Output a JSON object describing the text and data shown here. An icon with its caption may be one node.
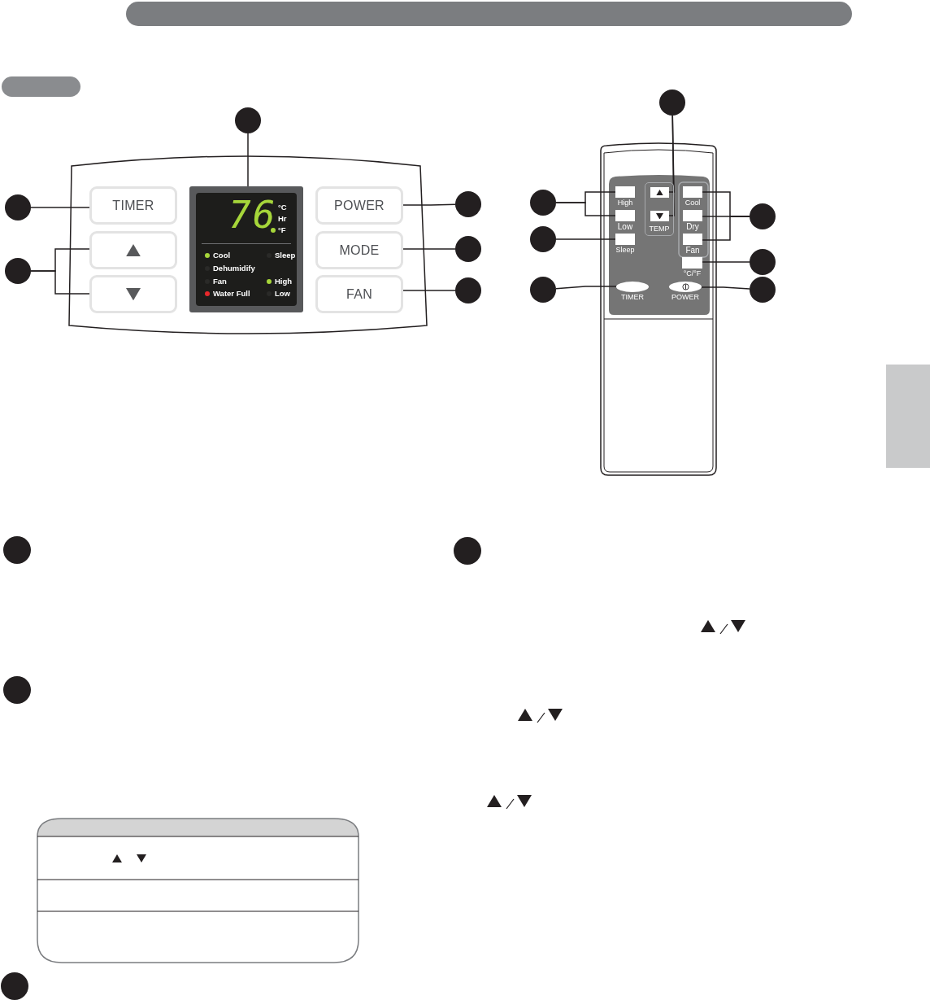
{
  "diagram": {
    "nodes": [
      {
        "text": [],
        "shape": "circle"
      },
      {
        "text": [],
        "shape": "circle"
      },
      {
        "text": [],
        "shape": "circle"
      },
      {
        "text": [
          "TIMER"
        ]
      },
      {
        "text": [],
        "shape": "box"
      },
      {
        "text": [],
        "shape": "box"
      },
      {
        "text": [
          "76",
          "°C",
          "Hr",
          "°F",
          "Cool",
          "Sleep",
          "Dehumidify",
          "Fan",
          "High",
          "Water Full",
          "Low"
        ]
      },
      {
        "text": [
          "POWER"
        ]
      },
      {
        "text": [
          "MODE"
        ]
      },
      {
        "text": [
          "FAN"
        ]
      },
      {
        "text": [],
        "shape": "circle"
      },
      {
        "text": [],
        "shape": "circle"
      },
      {
        "text": [],
        "shape": "circle"
      },
      {
        "text": [],
        "shape": "circle"
      },
      {
        "text": [],
        "shape": "circle"
      },
      {
        "text": [],
        "shape": "circle"
      },
      {
        "text": [],
        "shape": "circle"
      },
      {
        "text": [
          "High"
        ]
      },
      {
        "text": [
          "Low"
        ]
      },
      {
        "text": [
          "Sleep"
        ]
      },
      {
        "text": [
          "TEMP"
        ]
      },
      {
        "text": [],
        "shape": "box",
        "in": 20
      },
      {
        "text": [],
        "shape": "box",
        "in": 20
      },
      {
        "text": [
          "Cool"
        ]
      },
      {
        "text": [
          "Dry"
        ]
      },
      {
        "text": [
          "Fan"
        ]
      },
      {
        "text": [
          "°C/°F"
        ]
      },
      {
        "text": [
          "TIMER"
        ]
      },
      {
        "text": [
          "POWER"
        ]
      },
      {
        "text": [],
        "shape": "circle"
      },
      {
        "text": [],
        "shape": "circle"
      },
      {
        "text": [],
        "shape": "circle"
      },
      {
        "text": [],
        "shape": "circle"
      },
      {
        "text": [],
        "shape": "circle"
      },
      {
        "text": [],
        "shape": "circle"
      },
      {
        "text": [],
        "shape": "circle"
      },
      {
        "text": [],
        "shape": "bar"
      },
      {
        "text": [],
        "shape": "bar"
      },
      {
        "text": [],
        "shape": "box"
      }
    ],
    "edges": [
      {
        "from": 0,
        "to": 6,
        "arrow": "none"
      },
      {
        "from": 1,
        "to": 3,
        "arrow": "none"
      },
      {
        "from": 2,
        "to": 4,
        "arrow": "none"
      },
      {
        "from": 2,
        "to": 5,
        "arrow": "none"
      },
      {
        "from": 10,
        "to": 7,
        "arrow": "none"
      },
      {
        "from": 11,
        "to": 8,
        "arrow": "none"
      },
      {
        "from": 12,
        "to": 9,
        "arrow": "none"
      },
      {
        "from": 13,
        "to": 21,
        "arrow": "none"
      },
      {
        "from": 13,
        "to": 22,
        "arrow": "none"
      },
      {
        "from": 14,
        "to": 17,
        "arrow": "none"
      },
      {
        "from": 14,
        "to": 18,
        "arrow": "none"
      },
      {
        "from": 15,
        "to": 19,
        "arrow": "none"
      },
      {
        "from": 16,
        "to": 27,
        "arrow": "none"
      },
      {
        "from": 29,
        "to": 23,
        "arrow": "none"
      },
      {
        "from": 29,
        "to": 24,
        "arrow": "none"
      },
      {
        "from": 29,
        "to": 25,
        "arrow": "none"
      },
      {
        "from": 30,
        "to": 26,
        "arrow": "none"
      },
      {
        "from": 31,
        "to": 28,
        "arrow": "none"
      }
    ]
  }
}
